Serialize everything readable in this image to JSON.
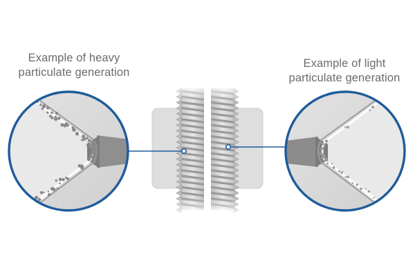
{
  "captions": {
    "left": {
      "line1": "Example of heavy",
      "line2": "particulate generation"
    },
    "right": {
      "line1": "Example of light",
      "line2": "particulate generation"
    }
  },
  "colors": {
    "accent_blue": "#1f5b9c",
    "nut_gray": "#dedede",
    "thread_gray": "#b3b3b3",
    "magnifier_bg": "#d2d2d2",
    "text_gray": "#6b6b6b"
  },
  "icons": {
    "left_magnifier": "magnified-thread-heavy-particulates",
    "right_magnifier": "magnified-thread-light-particulates",
    "bolt": "threaded-bolt-and-nut-cross-section"
  }
}
